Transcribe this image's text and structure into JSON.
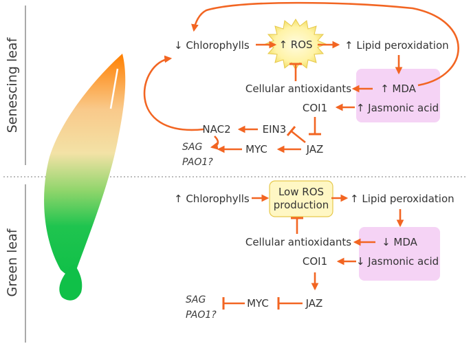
{
  "panels": {
    "senescing": {
      "side_label": "Senescing leaf",
      "chlorophylls": "↓ Chlorophylls",
      "ros": "↑ ROS",
      "lipid": "↑ Lipid peroxidation",
      "antioxidants": "Cellular antioxidants",
      "mda": "↑ MDA",
      "coi1": "COI1",
      "jasmonic": "↑ Jasmonic acid",
      "nac2": "NAC2",
      "ein3": "EIN3",
      "sag": "SAG",
      "myc": "MYC",
      "jaz": "JAZ",
      "pao1": "PAO1?"
    },
    "green": {
      "side_label": "Green leaf",
      "chlorophylls": "↑ Chlorophylls",
      "ros_line1": "Low ROS",
      "ros_line2": "production",
      "lipid": "↑ Lipid peroxidation",
      "antioxidants": "Cellular antioxidants",
      "mda": "↓ MDA",
      "coi1": "COI1",
      "jasmonic": "↓ Jasmonic acid",
      "sag": "SAG",
      "pao1": "PAO1?",
      "myc": "MYC",
      "jaz": "JAZ"
    }
  },
  "colors": {
    "arrow": "#f26522",
    "mda_box": "#f5d3f5",
    "ros_burst": "#fff6b8",
    "low_ros_box": "#fff7c4",
    "leaf_top": "#ff7f00",
    "leaf_mid": "#f6e4a8",
    "leaf_bottom": "#12c44a"
  }
}
